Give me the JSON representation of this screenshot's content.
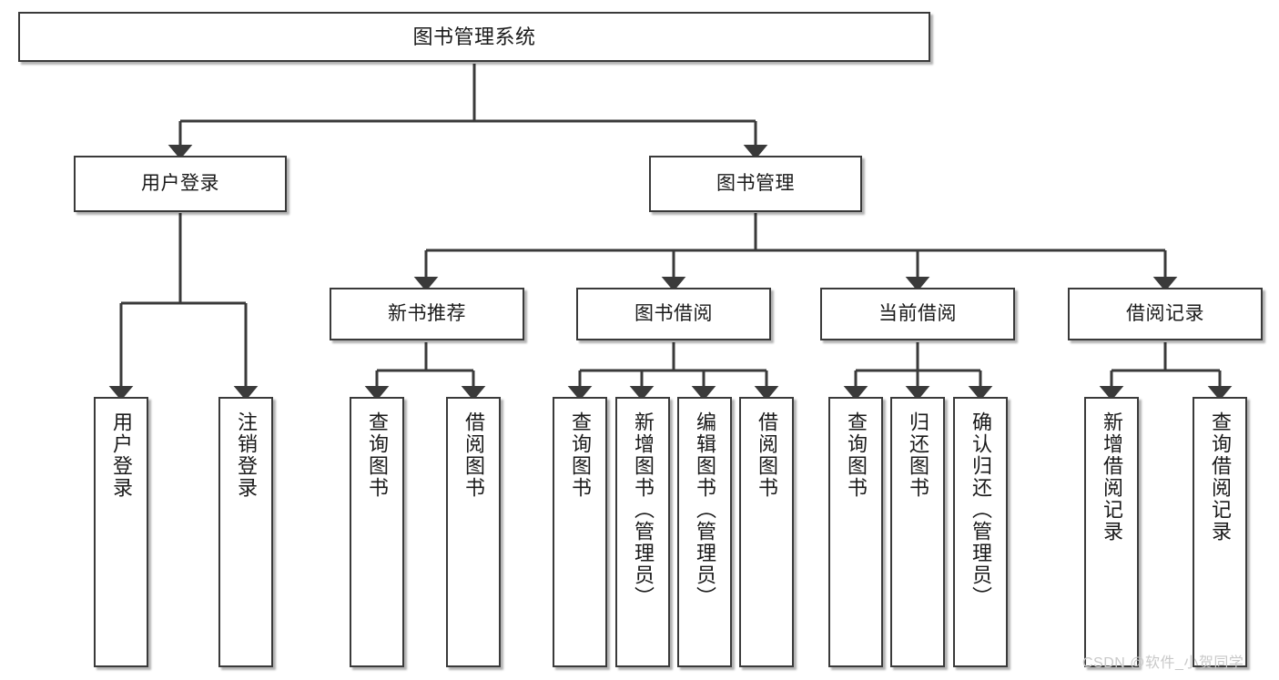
{
  "diagram": {
    "title": "图书管理系统",
    "type": "hierarchy-tree",
    "watermark": "CSDN @软件_小贺同学",
    "colors": {
      "box_border": "#3a3a3a",
      "box_fill": "#ffffff",
      "edge": "#3a3a3a",
      "text": "#1a1a1a",
      "watermark": "#c9c9c9"
    },
    "nodes": {
      "root": {
        "label": "图书管理系统",
        "level": 1
      },
      "level2": [
        {
          "id": "user-login",
          "label": "用户登录"
        },
        {
          "id": "book-manage",
          "label": "图书管理"
        }
      ],
      "level3": [
        {
          "id": "new-book-recommend",
          "label": "新书推荐"
        },
        {
          "id": "book-borrow",
          "label": "图书借阅"
        },
        {
          "id": "current-borrow",
          "label": "当前借阅"
        },
        {
          "id": "borrow-record",
          "label": "借阅记录"
        }
      ],
      "leaves": {
        "user-login": [
          {
            "id": "leaf-user-login",
            "label": "用户登录"
          },
          {
            "id": "leaf-logout-login",
            "label": "注销登录"
          }
        ],
        "new-book-recommend": [
          {
            "id": "leaf-query-book-1",
            "label": "查询图书"
          },
          {
            "id": "leaf-borrow-book-1",
            "label": "借阅图书"
          }
        ],
        "book-borrow": [
          {
            "id": "leaf-query-book-2",
            "label": "查询图书"
          },
          {
            "id": "leaf-add-book",
            "label": "新增图书（管理员）"
          },
          {
            "id": "leaf-edit-book",
            "label": "编辑图书（管理员）"
          },
          {
            "id": "leaf-borrow-book-2",
            "label": "借阅图书"
          }
        ],
        "current-borrow": [
          {
            "id": "leaf-query-book-3",
            "label": "查询图书"
          },
          {
            "id": "leaf-return-book",
            "label": "归还图书"
          },
          {
            "id": "leaf-confirm-return",
            "label": "确认归还（管理员）"
          }
        ],
        "borrow-record": [
          {
            "id": "leaf-add-record",
            "label": "新增借阅记录"
          },
          {
            "id": "leaf-query-record",
            "label": "查询借阅记录"
          }
        ]
      }
    }
  }
}
